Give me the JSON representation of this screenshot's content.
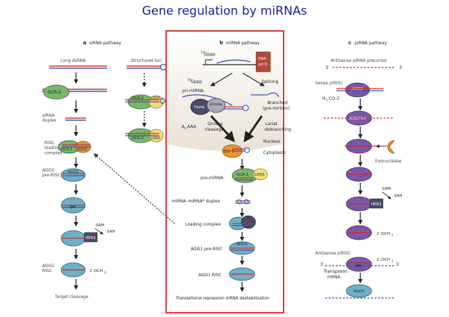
{
  "title": "Gene regulation by miRNAs",
  "colors": {
    "title": "#1a1aa0",
    "highlight_box": "#e53030",
    "rna_red": "#d42a2a",
    "rna_blue": "#3b4fb0",
    "green_protein": "#78b86a",
    "blue_protein": "#6fb0c8",
    "purple_protein": "#7a58a8",
    "orange_protein": "#e8962e",
    "yellow_protein": "#f2dc7e",
    "dark_protein": "#4a4a6a"
  },
  "panels": {
    "a": {
      "letter": "a",
      "title": "siRNA pathway",
      "source_left": "Long dsRNA",
      "source_right": "Structured loci",
      "dcr2": "DCR-2",
      "loqs": "LOQS",
      "sirna_duplex": "siRNA\nduplex",
      "risc_loading": "RISC\nloading\ncomplex",
      "r2d2": "R2D2",
      "ago2": "AGO2",
      "ago2_pre_risc": "AGO2\npre-RISC",
      "ago2_risc": "AGO2\nRISC",
      "hen1": "HEN1",
      "sam": "SAM",
      "sah": "SAH",
      "och3": "2′-OCH",
      "och3_sub": "3",
      "target_cleavage": "Target cleavage"
    },
    "b": {
      "letter": "b",
      "title": "miRNA pathway",
      "gppp_top": "Gppp",
      "gppp_top_sup": "7m",
      "pol2": "RNA\npol II",
      "gppp_pri": "Gppp",
      "gppp_pri_sup": "7m",
      "pri_mirna": "pri-miRNA",
      "pasha": "Pasha",
      "drosha": "Drosha",
      "splicing": "Splicing",
      "branched": "Branched\n(pre-mirtron)",
      "polya": "A",
      "polya_sub": "n",
      "polya_tail": "AAA",
      "drosha_cleavage": "Drosha\ncleavage",
      "lariat": "Lariat\ndebranching",
      "nucleus": "Nucleus",
      "cytoplasm": "Cytoplasm",
      "exp5": "EXP-5",
      "pre_mirna": "pre-miRNA",
      "dcr1": "DCR-1",
      "loqs": "LOQS",
      "duplex": "miRNA–miRNA* duplex",
      "loading_complex": "Loading complex",
      "ago1": "AGO1",
      "ago1_pre_risc": "AGO1 pre-RISC",
      "ago1_risc": "AGO1 RISC",
      "bottom": "Translational repression mRNA destabilization"
    },
    "c": {
      "letter": "c",
      "title": "piRNA pathway",
      "precursor": "Antisense piRNA precursor",
      "five_prime": "5′",
      "three_prime": "3′",
      "sense_pirisc": "Sense piRISC",
      "ago3": "AGO3",
      "h2o2": "H",
      "h2o2_sub": "2",
      "h2o2_tail": "CO-2′",
      "aub_piwi": "AUB/Piwi",
      "exonuclease": "Exonuclease",
      "hen1": "HEN1",
      "sam": "SAM",
      "sah": "SAH",
      "och3": "2′-OCH",
      "och3_sub": "3",
      "antisense_pirisc": "Antisense piRISC",
      "transposon": "Transposon\nmRNA",
      "bottom_3": "3′",
      "bottom_5": "5′",
      "ago3_bottom": "AGO3"
    }
  }
}
